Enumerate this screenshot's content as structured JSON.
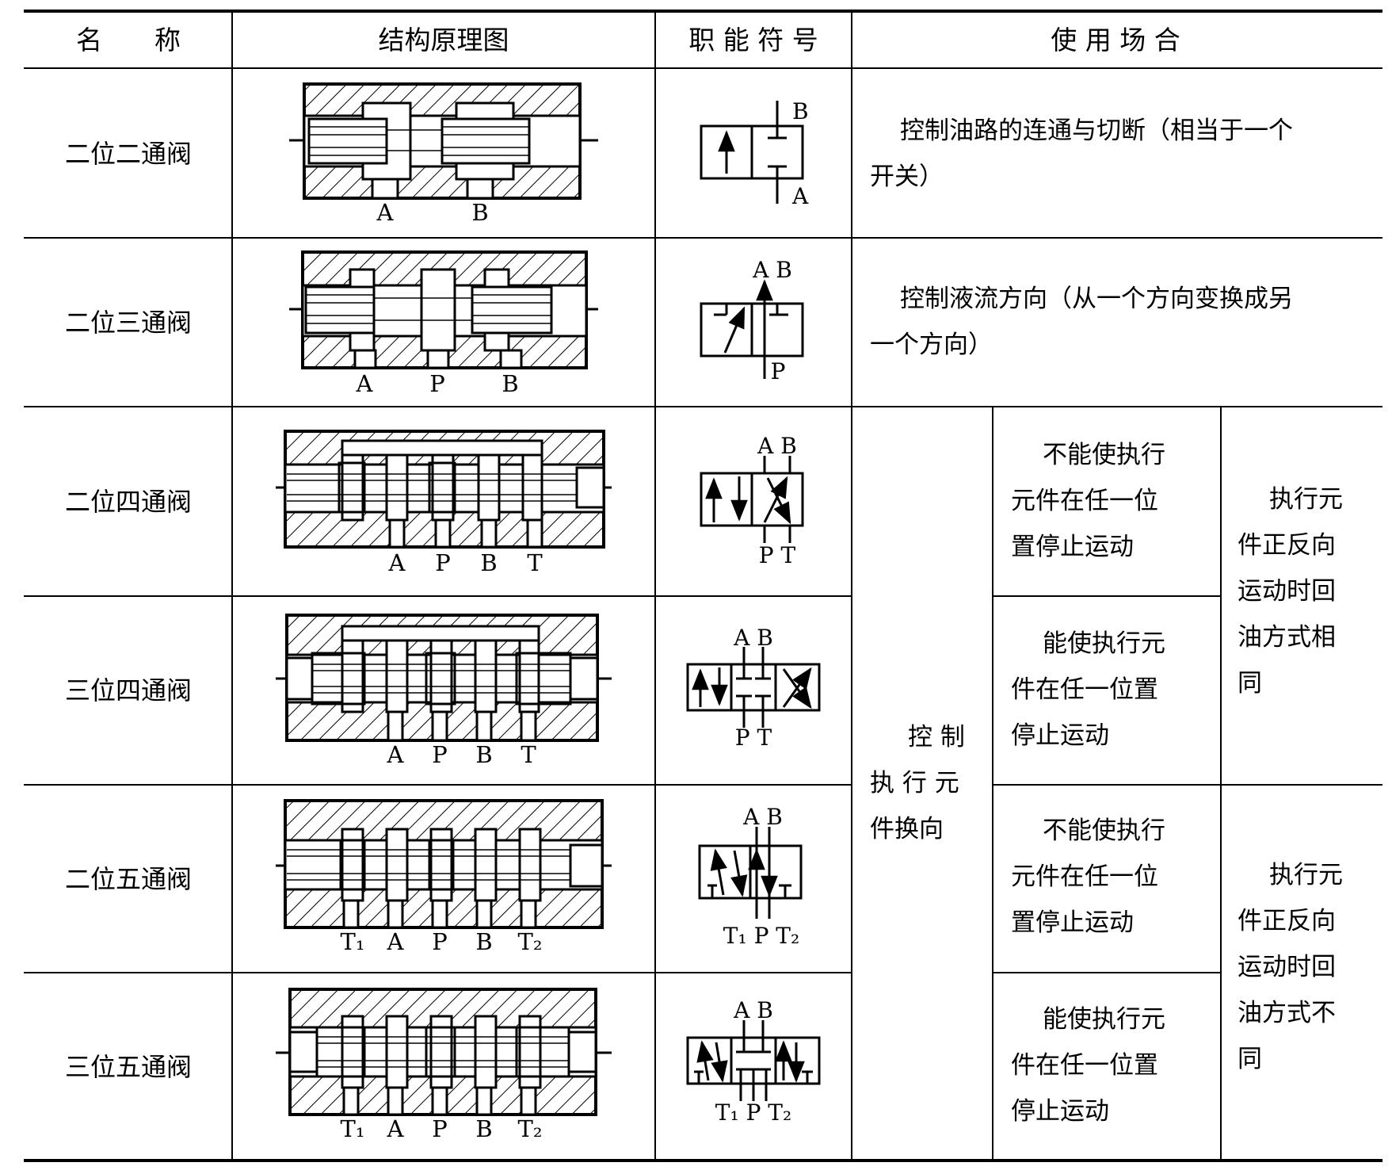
{
  "header": {
    "name": "名　　称",
    "structure": "结构原理图",
    "symbol": "职 能 符 号",
    "usage": "使 用 场 合"
  },
  "rows": [
    {
      "name": "二位二通阀",
      "structure_ports": [
        "A",
        "B"
      ],
      "symbol_ports_top": "B",
      "symbol_ports_bottom": "A",
      "usage_lines": [
        "控制油路的连通与切断（相当于一个",
        "开关）"
      ]
    },
    {
      "name": "二位三通阀",
      "structure_ports": [
        "A",
        "P",
        "B"
      ],
      "symbol_ports_top": "A B",
      "symbol_ports_bottom": "P",
      "usage_lines": [
        "控制液流方向（从一个方向变换成另",
        "一个方向）"
      ]
    },
    {
      "name": "二位四通阀",
      "structure_ports": [
        "A",
        "P",
        "B",
        "T"
      ],
      "symbol_ports_top": "A B",
      "symbol_ports_bottom": "P T"
    },
    {
      "name": "三位四通阀",
      "structure_ports": [
        "A",
        "P",
        "B",
        "T"
      ],
      "symbol_ports_top": "A B",
      "symbol_ports_bottom": "P T"
    },
    {
      "name": "二位五通阀",
      "structure_ports": [
        "T₁",
        "A",
        "P",
        "B",
        "T₂"
      ],
      "symbol_ports_top": "A B",
      "symbol_ports_bottom": "T₁ P T₂"
    },
    {
      "name": "三位五通阀",
      "structure_ports": [
        "T₁",
        "A",
        "P",
        "B",
        "T₂"
      ],
      "symbol_ports_top": "A B",
      "symbol_ports_bottom": "T₁ P T₂"
    }
  ],
  "usage_group": {
    "main_lines": [
      "控 制",
      "执 行 元",
      "件换向"
    ],
    "sub_a_lines": [
      "不能使执行",
      "元件在任一位",
      "置停止运动"
    ],
    "sub_b_lines": [
      "能使执行元",
      "件在任一位置",
      "停止运动"
    ],
    "sub_c_lines": [
      "不能使执行",
      "元件在任一位",
      "置停止运动"
    ],
    "sub_d_lines": [
      "能使执行元",
      "件在任一位置",
      "停止运动"
    ],
    "return_same_lines": [
      "执行元",
      "件正反向",
      "运动时回",
      "油方式相",
      "同"
    ],
    "return_diff_lines": [
      "执行元",
      "件正反向",
      "运动时回",
      "油方式不",
      "同"
    ]
  }
}
